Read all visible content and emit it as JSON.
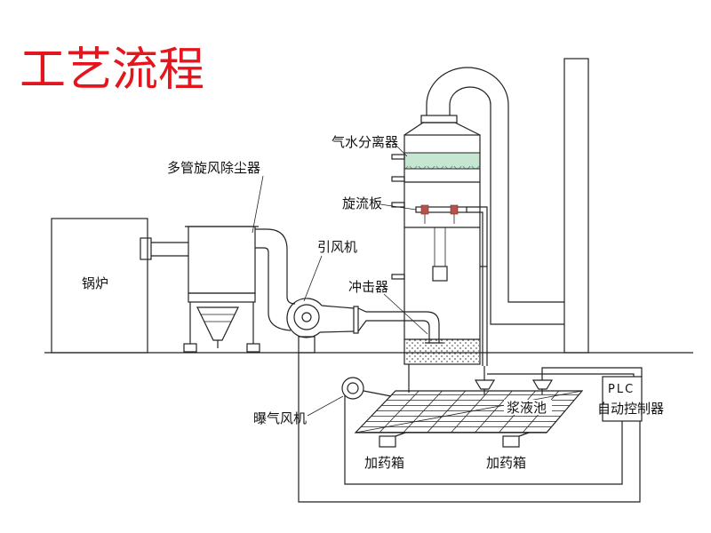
{
  "title": "工艺流程",
  "labels": {
    "boiler": "锅炉",
    "dust_collector": "多管旋风除尘器",
    "induced_fan": "引风机",
    "separator": "气水分离器",
    "swirl_plate": "旋流板",
    "impactor": "冲击器",
    "aeration_fan": "曝气风机",
    "slurry_tank": "浆液池",
    "plc": "PLC",
    "controller": "自动控制器",
    "dosing_boxes": [
      "加药箱",
      "加药箱"
    ]
  },
  "colors": {
    "title": "#e5151d",
    "line": "#222222",
    "separator_fill": "#c6e6d2",
    "nozzle_marker": "#b5524a"
  }
}
